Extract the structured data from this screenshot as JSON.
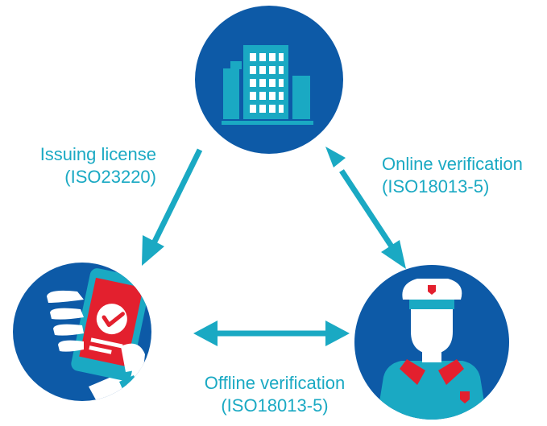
{
  "nodes": {
    "authority": {
      "icon": "office-building-icon"
    },
    "holder": {
      "icon": "smartphone-checkmark-icon"
    },
    "verifier": {
      "icon": "police-officer-icon"
    }
  },
  "edges": {
    "issuing": {
      "line1": "Issuing license",
      "line2": "(ISO23220)"
    },
    "online": {
      "line1": "Online verification",
      "line2": "(ISO18013-5)"
    },
    "offline": {
      "line1": "Offline verification",
      "line2": "(ISO18013-5)"
    }
  },
  "colors": {
    "circle": "#0d5aa7",
    "accent": "#1aa9c3",
    "label": "#1aa9c3",
    "phone_screen": "#e3202e",
    "white": "#ffffff",
    "badge": "#e3202e"
  }
}
